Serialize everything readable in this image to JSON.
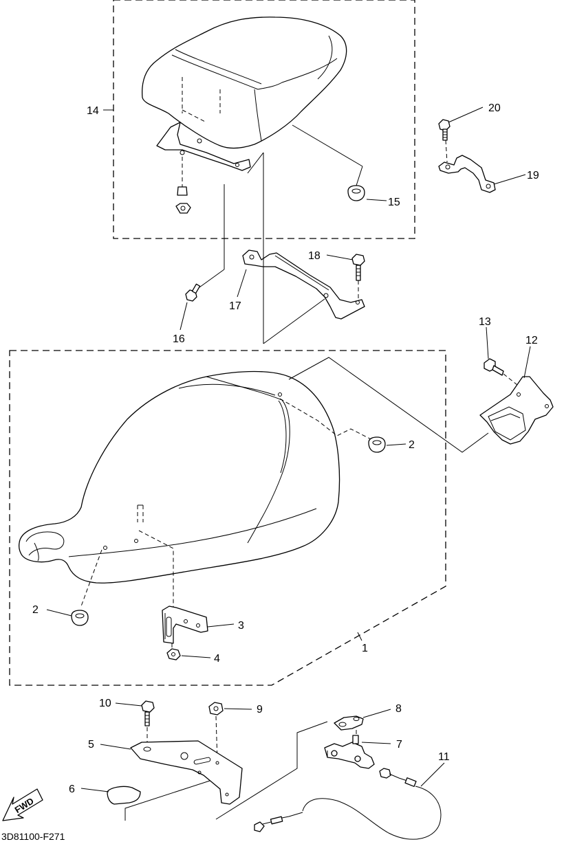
{
  "callouts": {
    "c1": "1",
    "c2a": "2",
    "c2b": "2",
    "c3": "3",
    "c4": "4",
    "c5": "5",
    "c6": "6",
    "c7": "7",
    "c8": "8",
    "c9": "9",
    "c10": "10",
    "c11": "11",
    "c12": "12",
    "c13": "13",
    "c14": "14",
    "c15": "15",
    "c16": "16",
    "c17": "17",
    "c18": "18",
    "c19": "19",
    "c20": "20"
  },
  "fwd_label": "FWD",
  "drawing_code": "3D81100-F271"
}
